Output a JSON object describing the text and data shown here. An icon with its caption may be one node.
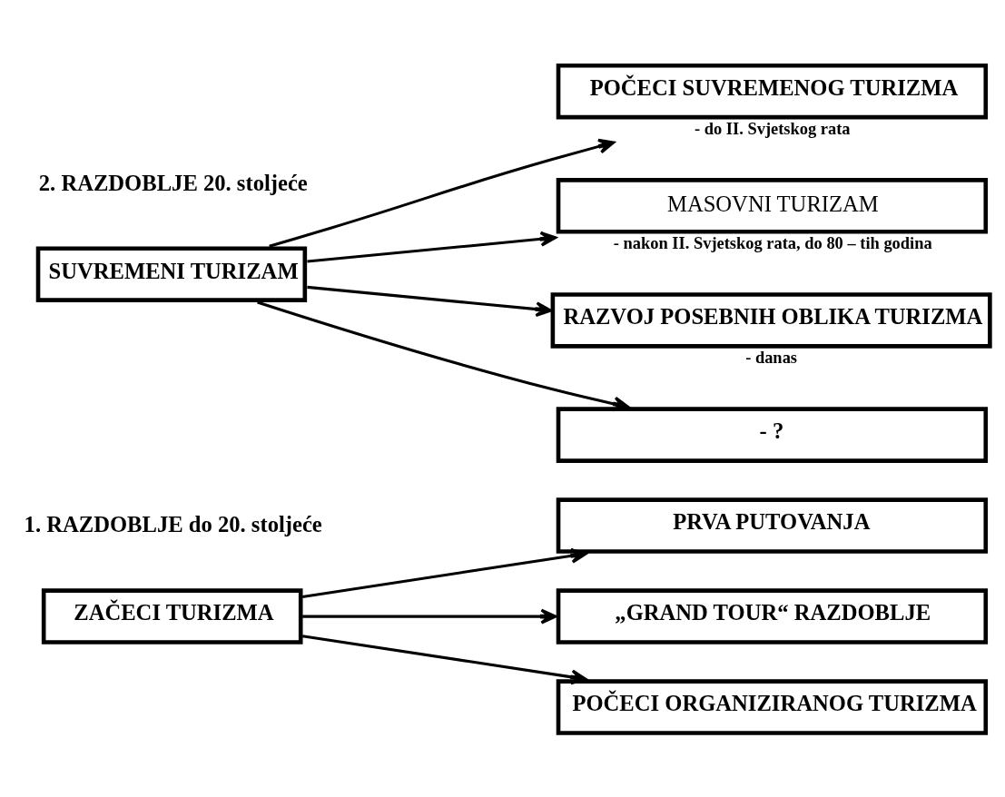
{
  "diagram": {
    "nodes": [
      {
        "text": [
          "ZAČECI TURIZMA"
        ]
      },
      {
        "text": [
          "PRVA PUTOVANJA"
        ]
      },
      {
        "text": [
          "„GRAND TOUR“ RAZDOBLJE"
        ]
      },
      {
        "text": [
          "POČECI ORGANIZIRANOG TURIZMA"
        ]
      },
      {
        "text": [
          "SUVREMENI TURIZAM"
        ]
      },
      {
        "text": [
          "POČECI SUVREMENOG TURIZMA"
        ],
        "beside": [
          "- do II. Svjetskog rata"
        ]
      },
      {
        "text": [
          "MASOVNI TURIZAM"
        ],
        "beside": [
          "- nakon II. Svjetskog rata, do 80 – tih godina"
        ]
      },
      {
        "text": [
          "RAZVOJ POSEBNIH OBLIKA TURIZMA"
        ],
        "beside": [
          "- danas"
        ]
      },
      {
        "text": [
          "- ?"
        ]
      }
    ],
    "edges": [
      {
        "from": 0,
        "to": 1,
        "arrow": "to"
      },
      {
        "from": 0,
        "to": 2,
        "arrow": "to"
      },
      {
        "from": 0,
        "to": 3,
        "arrow": "to"
      },
      {
        "from": 4,
        "to": 5,
        "arrow": "to"
      },
      {
        "from": 4,
        "to": 6,
        "arrow": "to"
      },
      {
        "from": 4,
        "to": 7,
        "arrow": "to"
      },
      {
        "from": 4,
        "to": 8,
        "arrow": "to"
      }
    ],
    "labels": [
      "1. RAZDOBLJE do 20. stoljeće",
      "2. RAZDOBLJE 20. stoljeće"
    ]
  }
}
